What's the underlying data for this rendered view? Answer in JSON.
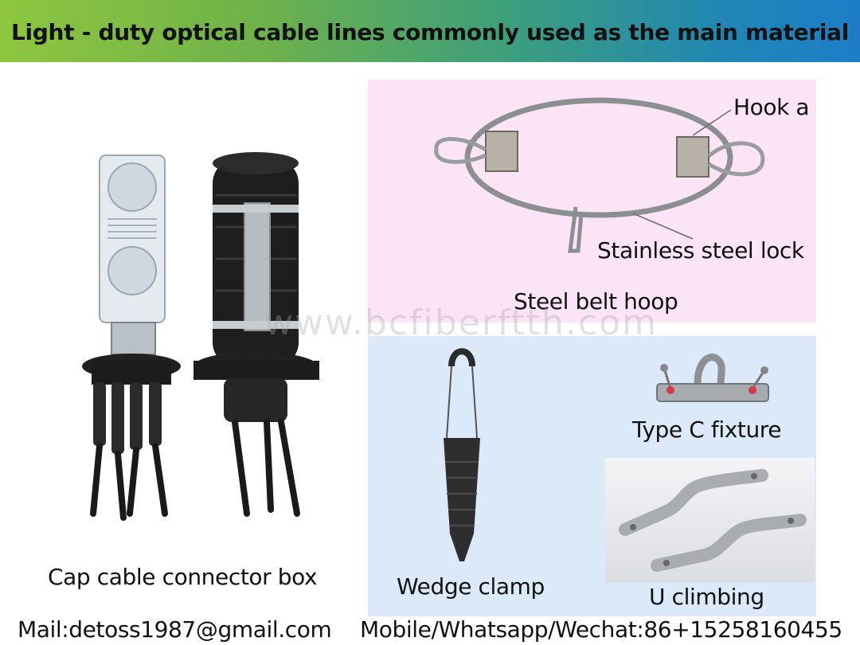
{
  "banner": {
    "title": "Light - duty optical cable lines commonly used as the main material"
  },
  "labels": {
    "hook": "Hook a",
    "lock": "Stainless steel lock",
    "hoop": "Steel belt hoop",
    "box": "Cap cable connector box",
    "wedge": "Wedge clamp",
    "typec": "Type C fixture",
    "uclimb": "U climbing"
  },
  "watermark": "www.bcfiberftth.com",
  "contact": {
    "mail": "Mail:detoss1987@gmail.com",
    "mobile": "Mobile/Whatsapp/Wechat:86+15258160455"
  },
  "colors": {
    "banner_start": "#8ec63f",
    "banner_end": "#1d7ec7",
    "pink_panel": "#fce4f7",
    "blue_panel": "#dbe9f8"
  },
  "icons": [
    "cable-connector-box-image",
    "steel-hoop-image",
    "wedge-clamp-image",
    "type-c-fixture-image",
    "u-climbing-image"
  ]
}
